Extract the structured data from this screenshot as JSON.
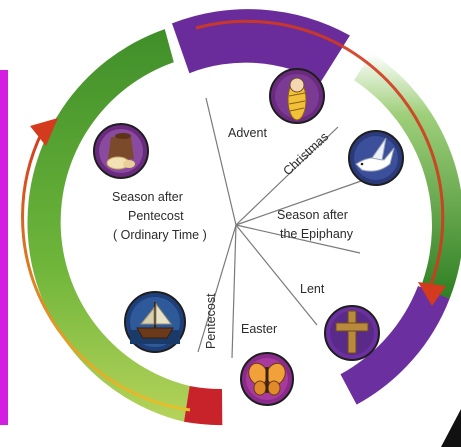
{
  "segments": {
    "advent": "Advent",
    "christmas": "Christmas",
    "epiphany_line1": "Season after",
    "epiphany_line2": "the Epiphany",
    "lent": "Lent",
    "easter": "Easter",
    "pentecost": "Pentecost",
    "ordinary_line1": "Season after",
    "ordinary_line2": "Pentecost",
    "ordinary_line3": "( Ordinary Time )"
  },
  "season_colors": {
    "ordinary_time": "#4f9a2e",
    "advent": "#6a2c9b",
    "christmas": "#ffffff",
    "epiphany": "#3d8a28",
    "lent": "#6b2fa0",
    "easter": "#ffffff",
    "pentecost": "#c8222a",
    "arrow": "#d33a1e"
  },
  "icons": [
    "jar-of-oil-icon",
    "swaddled-baby-icon",
    "dove-icon",
    "cross-icon",
    "butterfly-icon",
    "boat-icon"
  ]
}
